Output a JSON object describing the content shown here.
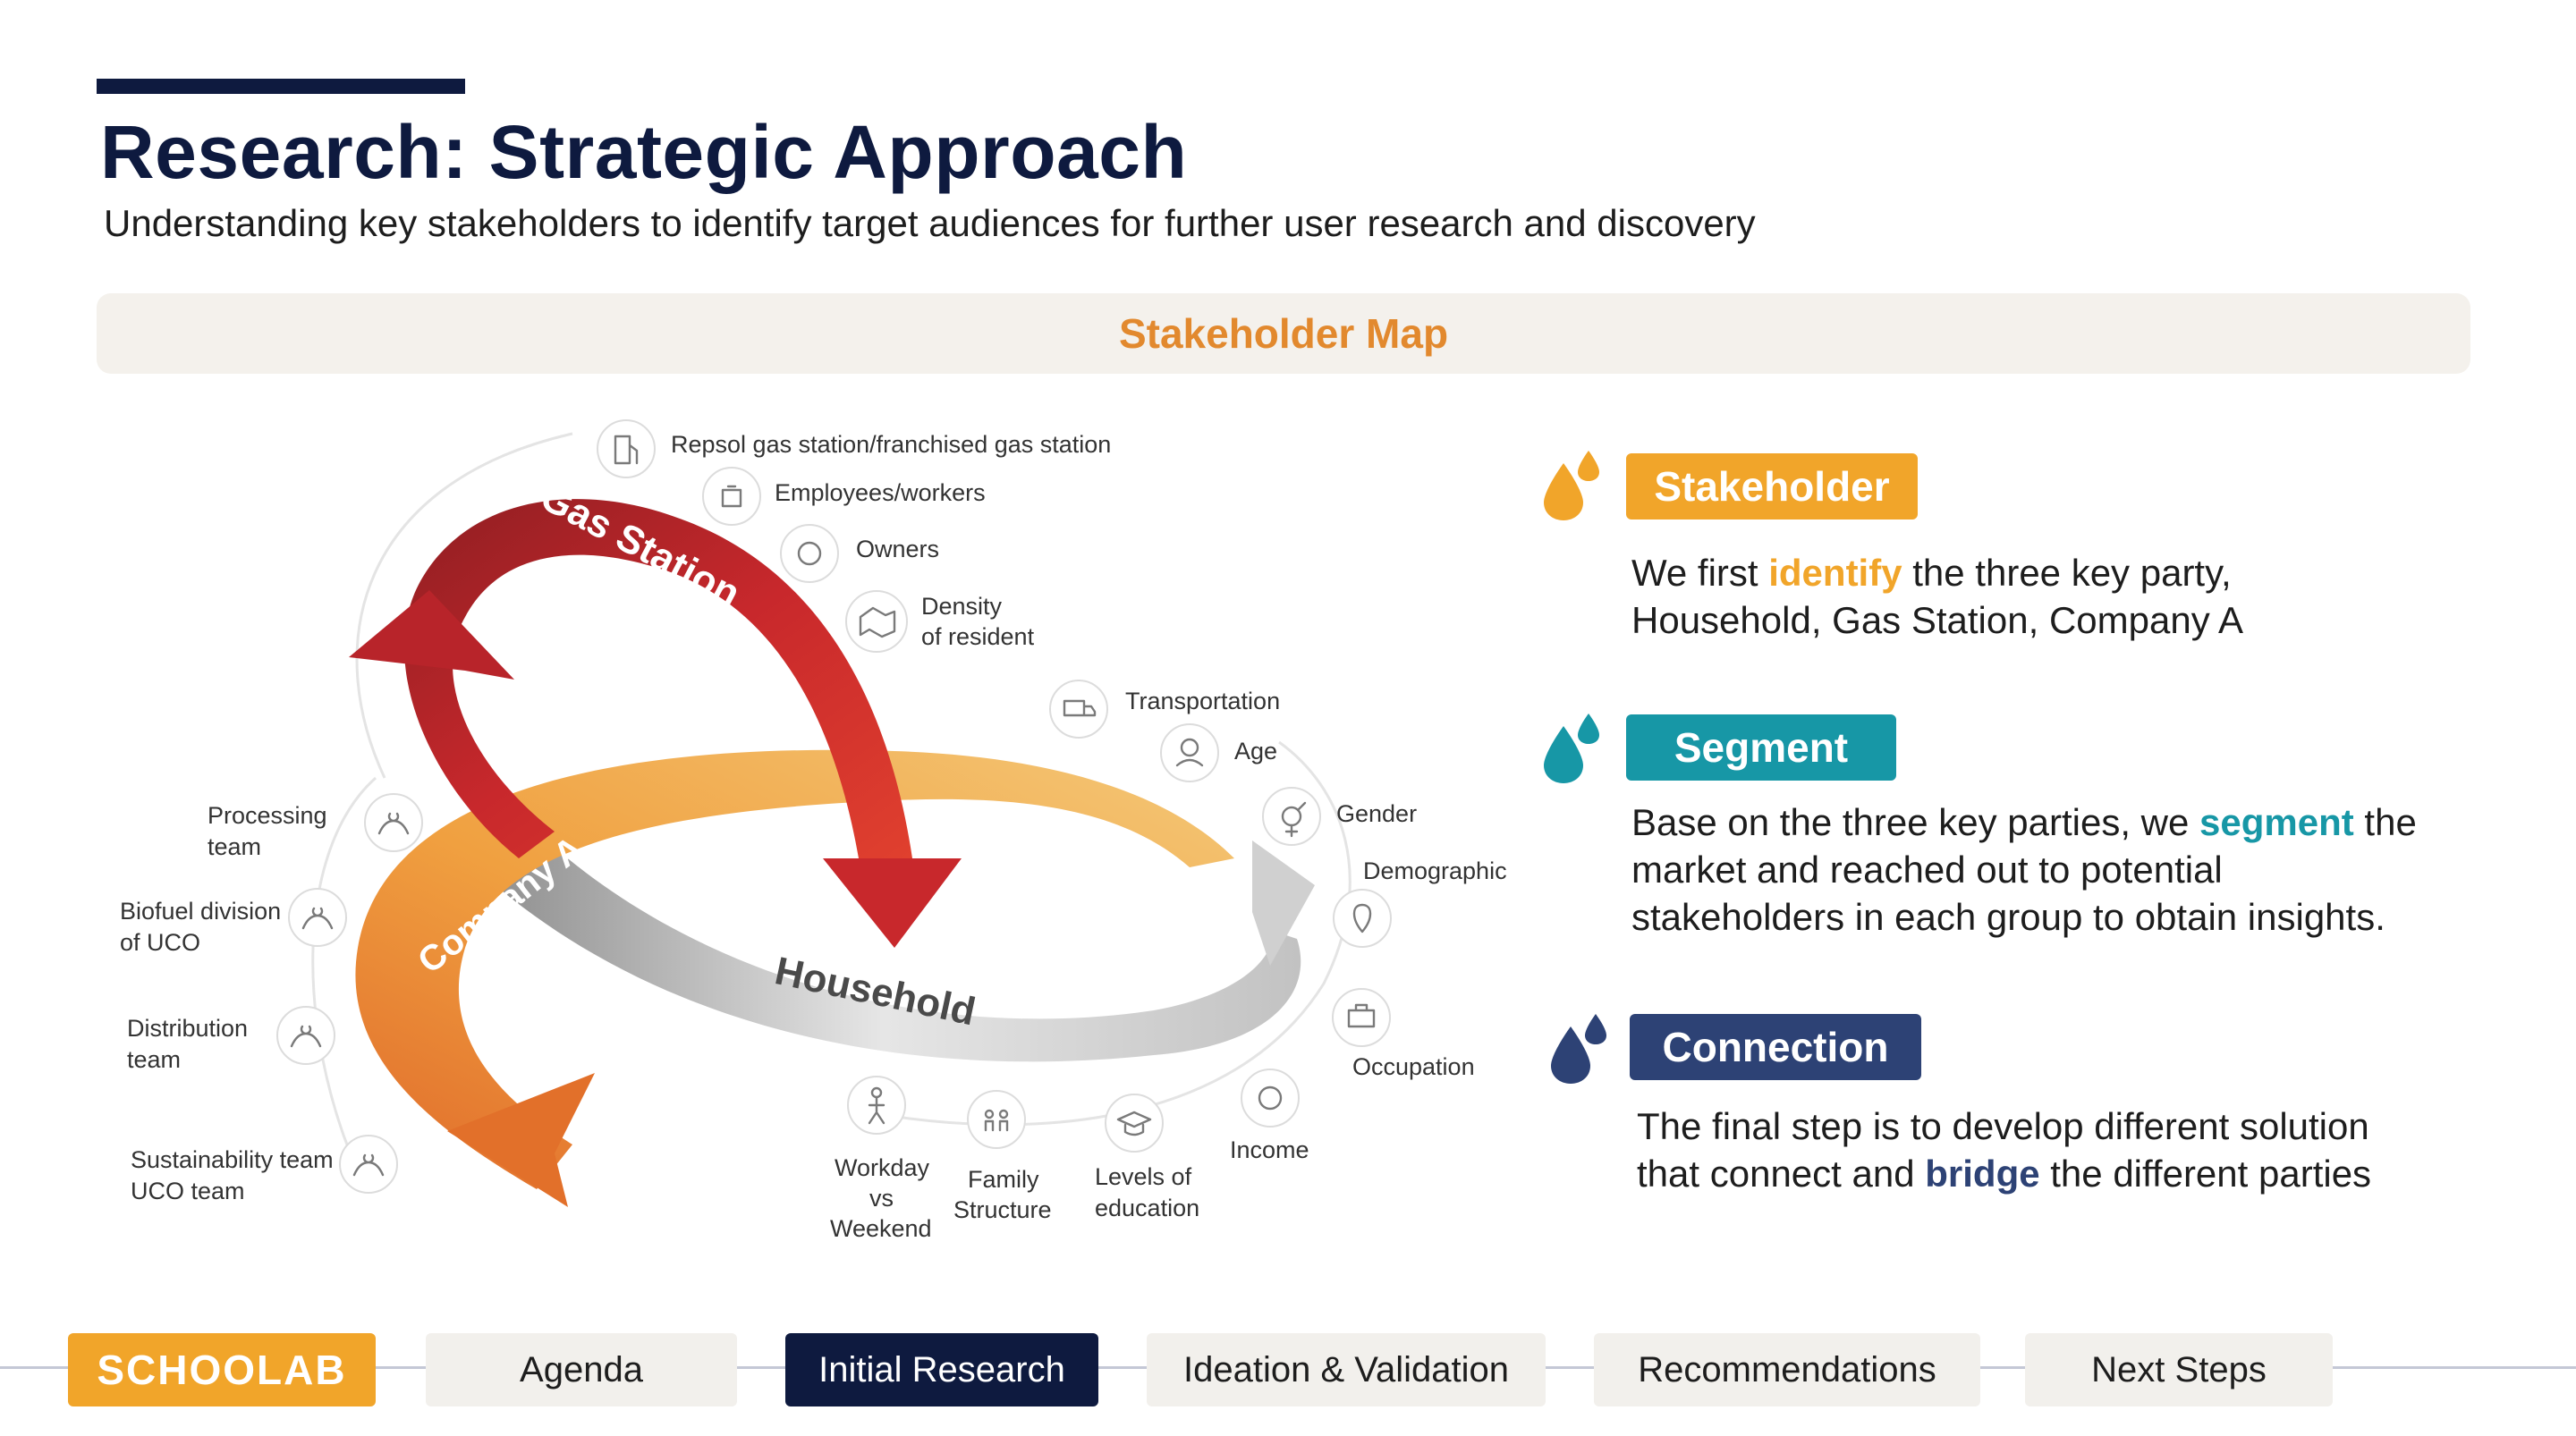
{
  "header": {
    "title": "Research: Strategic Approach",
    "subtitle": "Understanding key stakeholders to identify target audiences for further user research and discovery",
    "banner": "Stakeholder Map"
  },
  "diagram": {
    "arrows": [
      "Gas Station",
      "Company A",
      "Household"
    ],
    "gas_station_labels": [
      "Repsol gas station/franchised gas station",
      "Employees/workers",
      "Owners",
      "Density",
      "of resident"
    ],
    "household_labels": [
      "Transportation",
      "Age",
      "Gender",
      "Demographic",
      "Occupation",
      "Income",
      "Levels of",
      "education",
      "Family",
      "Structure",
      "Workday",
      "vs",
      "Weekend"
    ],
    "company_labels": [
      "Processing",
      "team",
      "Biofuel division",
      "of UCO",
      "Distribution",
      "team",
      "Sustainability team",
      "UCO team"
    ],
    "colors": {
      "gas_station": "#c8282c",
      "company_a": "#e88a2d",
      "household": "#b8b8b8"
    }
  },
  "steps": [
    {
      "tag": "Stakeholder",
      "color": "#f1a52a",
      "text_before": "We first ",
      "highlight": "identify",
      "text_after": " the three key party,",
      "line2": "Household, Gas Station, Company A"
    },
    {
      "tag": "Segment",
      "color": "#1797a6",
      "text_before": "Base on the three key parties, we ",
      "highlight": "segment",
      "text_after": " the",
      "line2": "market and reached out to potential",
      "line3": "stakeholders in each group to obtain insights."
    },
    {
      "tag": "Connection",
      "color": "#2d4275",
      "line1": "The final step is to develop different solution",
      "text_before": "that connect and ",
      "highlight": "bridge",
      "text_after": " the different parties"
    }
  ],
  "nav": {
    "logo": "SCHOOLAB",
    "items": [
      "Agenda",
      "Initial Research",
      "Ideation & Validation",
      "Recommendations",
      "Next Steps"
    ],
    "active": "Initial Research"
  }
}
